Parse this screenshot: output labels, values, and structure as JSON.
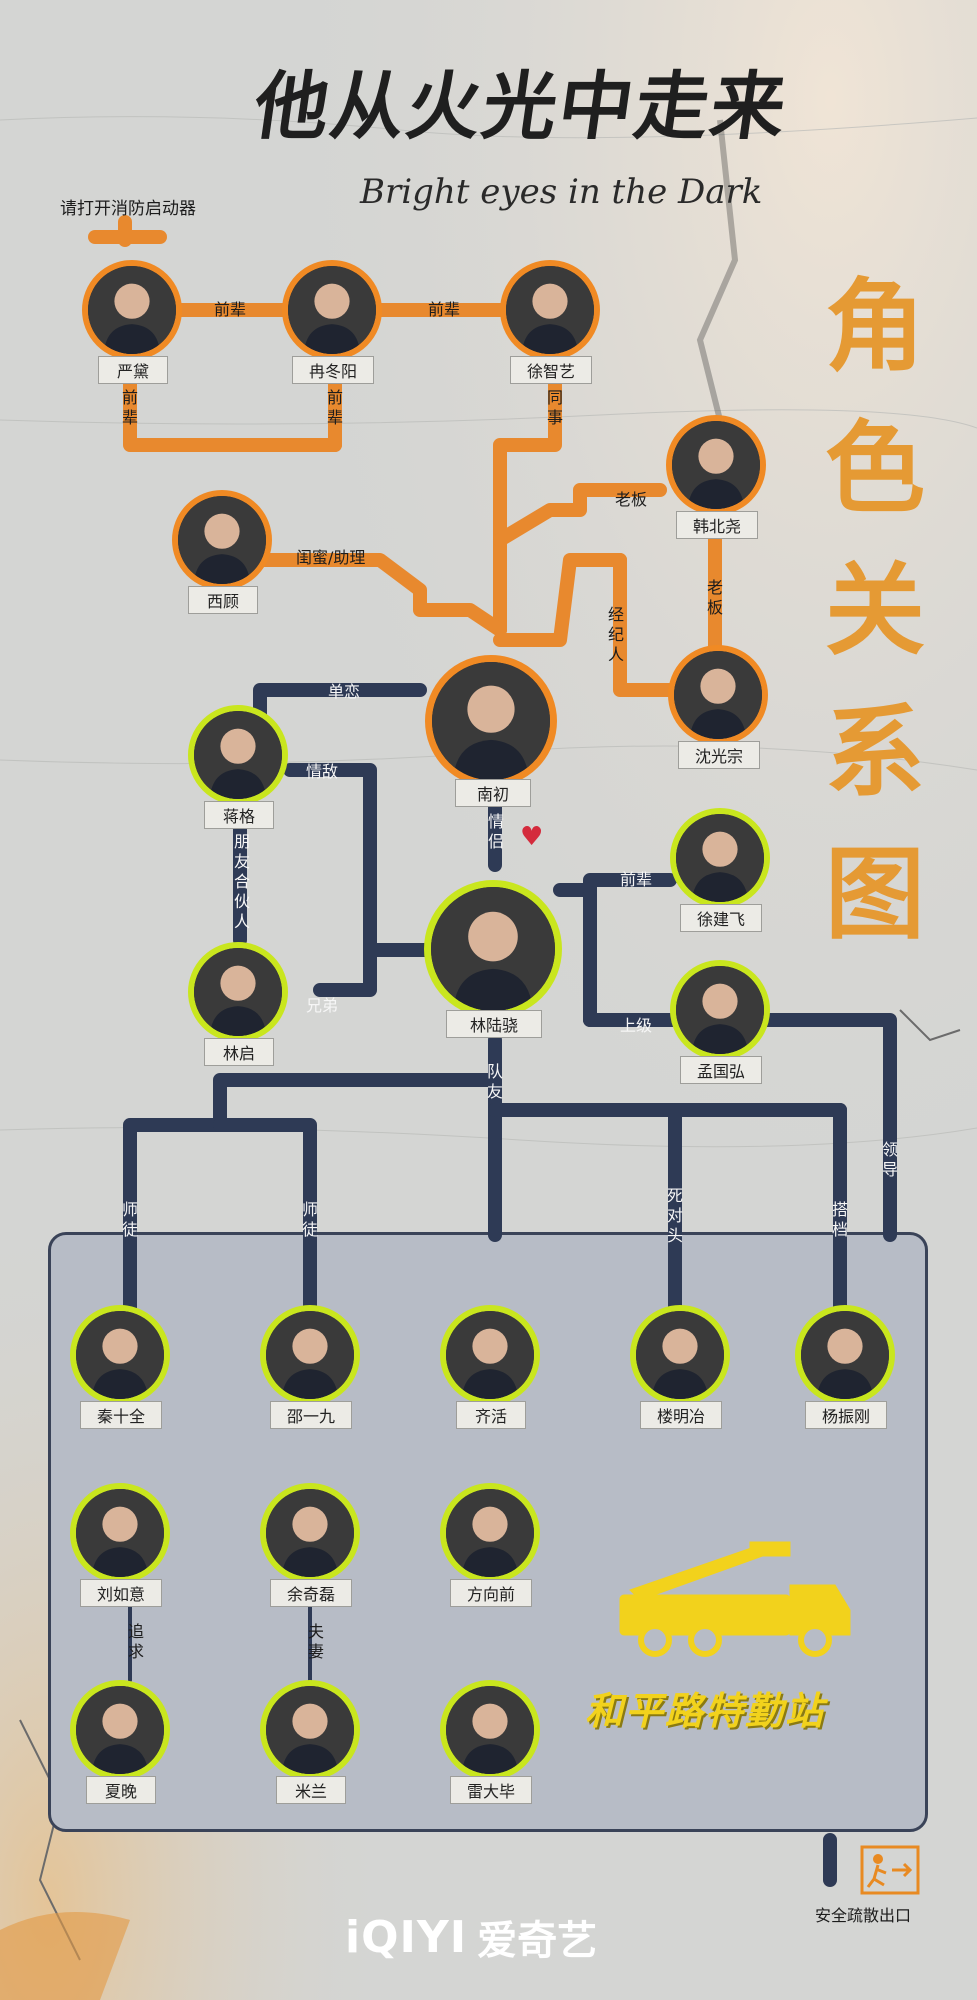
{
  "header": {
    "title": "他从火光中走来",
    "subtitle_en": "Bright eyes in the Dark",
    "hint": "请打开消防启动器",
    "side_title": [
      "角",
      "色",
      "关",
      "系",
      "图"
    ]
  },
  "colors": {
    "upper_pipe": "#e8892e",
    "lower_pipe": "#2e3a55",
    "avatar_ring_orange": "#f08a24",
    "avatar_ring_green": "#c9e61e",
    "station_fill": "#b7bcc6",
    "truck": "#f2d21c",
    "exit_icon": "#e88a22"
  },
  "people": {
    "yandai": "严黛",
    "randongyang": "冉冬阳",
    "xuzhiyi": "徐智艺",
    "hanbeiyao": "韩北尧",
    "xigu": "西顾",
    "shenguangzong": "沈光宗",
    "nanchu": "南初",
    "jiangge": "蒋格",
    "linqi": "林启",
    "linluxiao": "林陆骁",
    "xujianfei": "徐建飞",
    "mengguohong": "孟国弘",
    "qinshiquan": "秦十全",
    "shaoyijiu": "邵一九",
    "qihuo": "齐活",
    "loumingye": "楼明冶",
    "yangzhengang": "杨振刚",
    "liuruyi": "刘如意",
    "yuqilei": "余奇磊",
    "fangxiangqian": "方向前",
    "xiawan": "夏晚",
    "milan": "米兰",
    "leidabi": "雷大毕"
  },
  "relations": {
    "yandai_ran": "前辈",
    "ran_xu": "前辈",
    "yandai_down": "前辈",
    "ran_down": "前辈",
    "xu_down": "同事",
    "han_boss": "老板",
    "han_shen_boss": "老板",
    "xigu": "闺蜜/助理",
    "agent": "经纪人",
    "crush": "单恋",
    "rival": "情敌",
    "lovers": "情侣",
    "partner": "朋友合伙人",
    "brothers": "兄弟",
    "senior": "前辈",
    "superior": "上级",
    "teammate": "队友",
    "leader": "领导",
    "mentor1": "师徒",
    "mentor2": "师徒",
    "nemesis": "死对头",
    "buddy": "搭档",
    "pursuit": "追求",
    "couple": "夫妻"
  },
  "station": {
    "name": "和平路特勤站",
    "exit_label": "安全疏散出口"
  },
  "logo": {
    "en": "iQIYI",
    "cn": "爱奇艺"
  }
}
